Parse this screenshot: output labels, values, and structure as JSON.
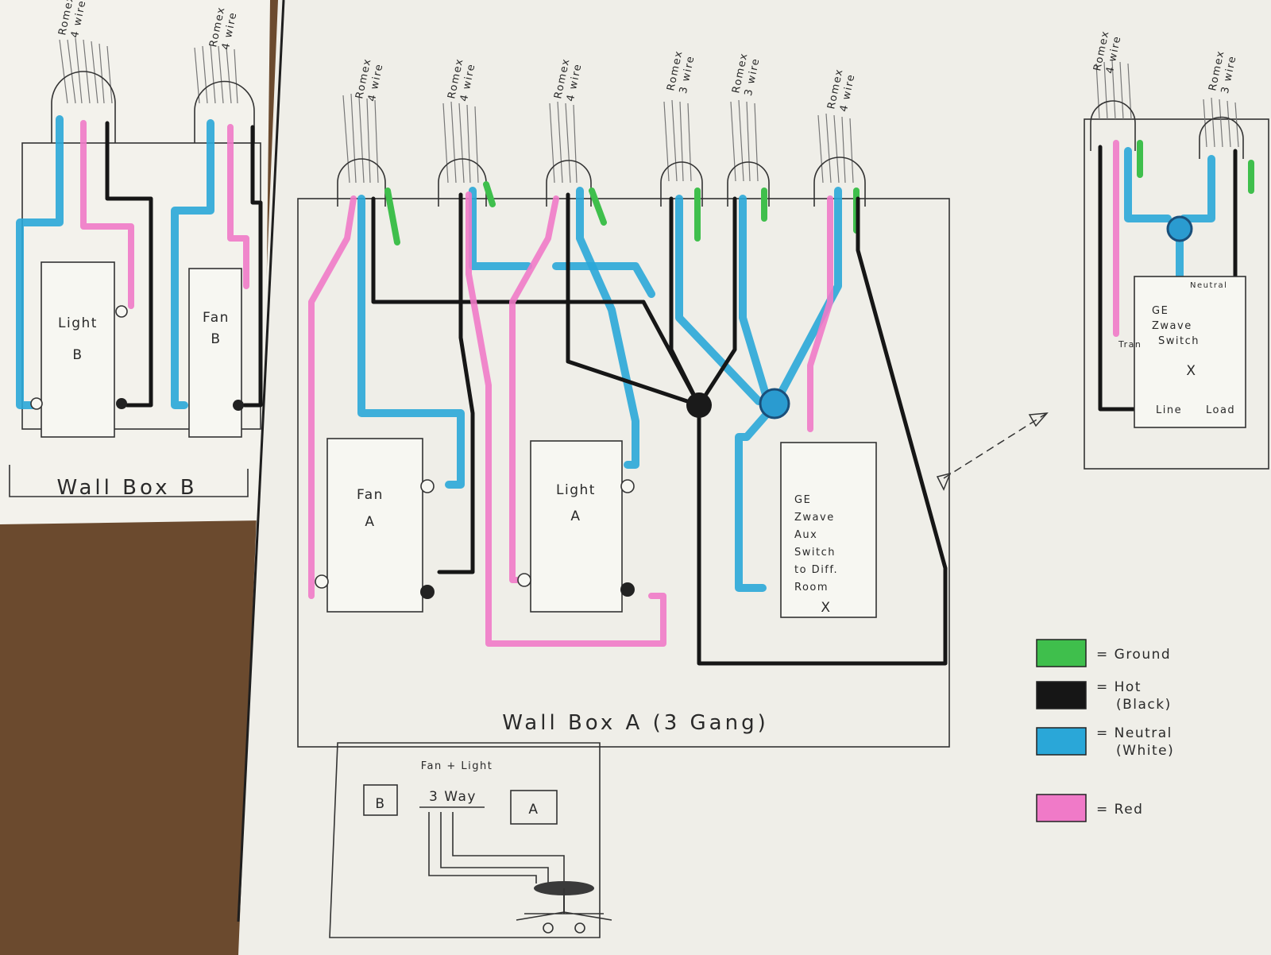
{
  "cables": {
    "box_b": [
      {
        "type": "Romex",
        "wires": "4 wire"
      },
      {
        "type": "Romex",
        "wires": "4 wire"
      }
    ],
    "box_a": [
      {
        "type": "Romex",
        "wires": "4 wire"
      },
      {
        "type": "Romex",
        "wires": "4 wire"
      },
      {
        "type": "Romex",
        "wires": "4 wire"
      },
      {
        "type": "Romex",
        "wires": "3 wire"
      },
      {
        "type": "Romex",
        "wires": "3 wire"
      },
      {
        "type": "Romex",
        "wires": "4 wire"
      }
    ],
    "aux": [
      {
        "type": "Romex",
        "wires": "4 wire"
      },
      {
        "type": "Romex",
        "wires": "3 wire"
      }
    ]
  },
  "wall_box_b": {
    "title": "Wall Box B",
    "devices": [
      {
        "line1": "Light",
        "line2": "B"
      },
      {
        "line1": "Fan",
        "line2": "B"
      }
    ]
  },
  "wall_box_a": {
    "title": "Wall Box A (3 Gang)",
    "devices": {
      "fan": {
        "line1": "Fan",
        "line2": "A"
      },
      "light": {
        "line1": "Light",
        "line2": "A"
      },
      "ge": {
        "lines": [
          "GE",
          "Zwave",
          "Aux",
          "Switch",
          "to Diff.",
          "Room"
        ],
        "mark": "X"
      }
    }
  },
  "aux_detail": {
    "neutral": "Neutral",
    "switch_lines": [
      "GE",
      "Zwave",
      "Switch"
    ],
    "tran": "Tran",
    "mark": "X",
    "line": "Line",
    "load": "Load"
  },
  "room_sketch": {
    "title": "Fan + Light",
    "left_box": "B",
    "middle": "3 Way",
    "right_box": "A"
  },
  "legend": [
    {
      "color": "#3fbf4c",
      "line1": "= Ground",
      "line2": ""
    },
    {
      "color": "#161616",
      "line1": "= Hot",
      "line2": "(Black)"
    },
    {
      "color": "#2aa7d8",
      "line1": "= Neutral",
      "line2": "(White)"
    },
    {
      "color": "#f07ac8",
      "line1": "= Red",
      "line2": ""
    }
  ]
}
